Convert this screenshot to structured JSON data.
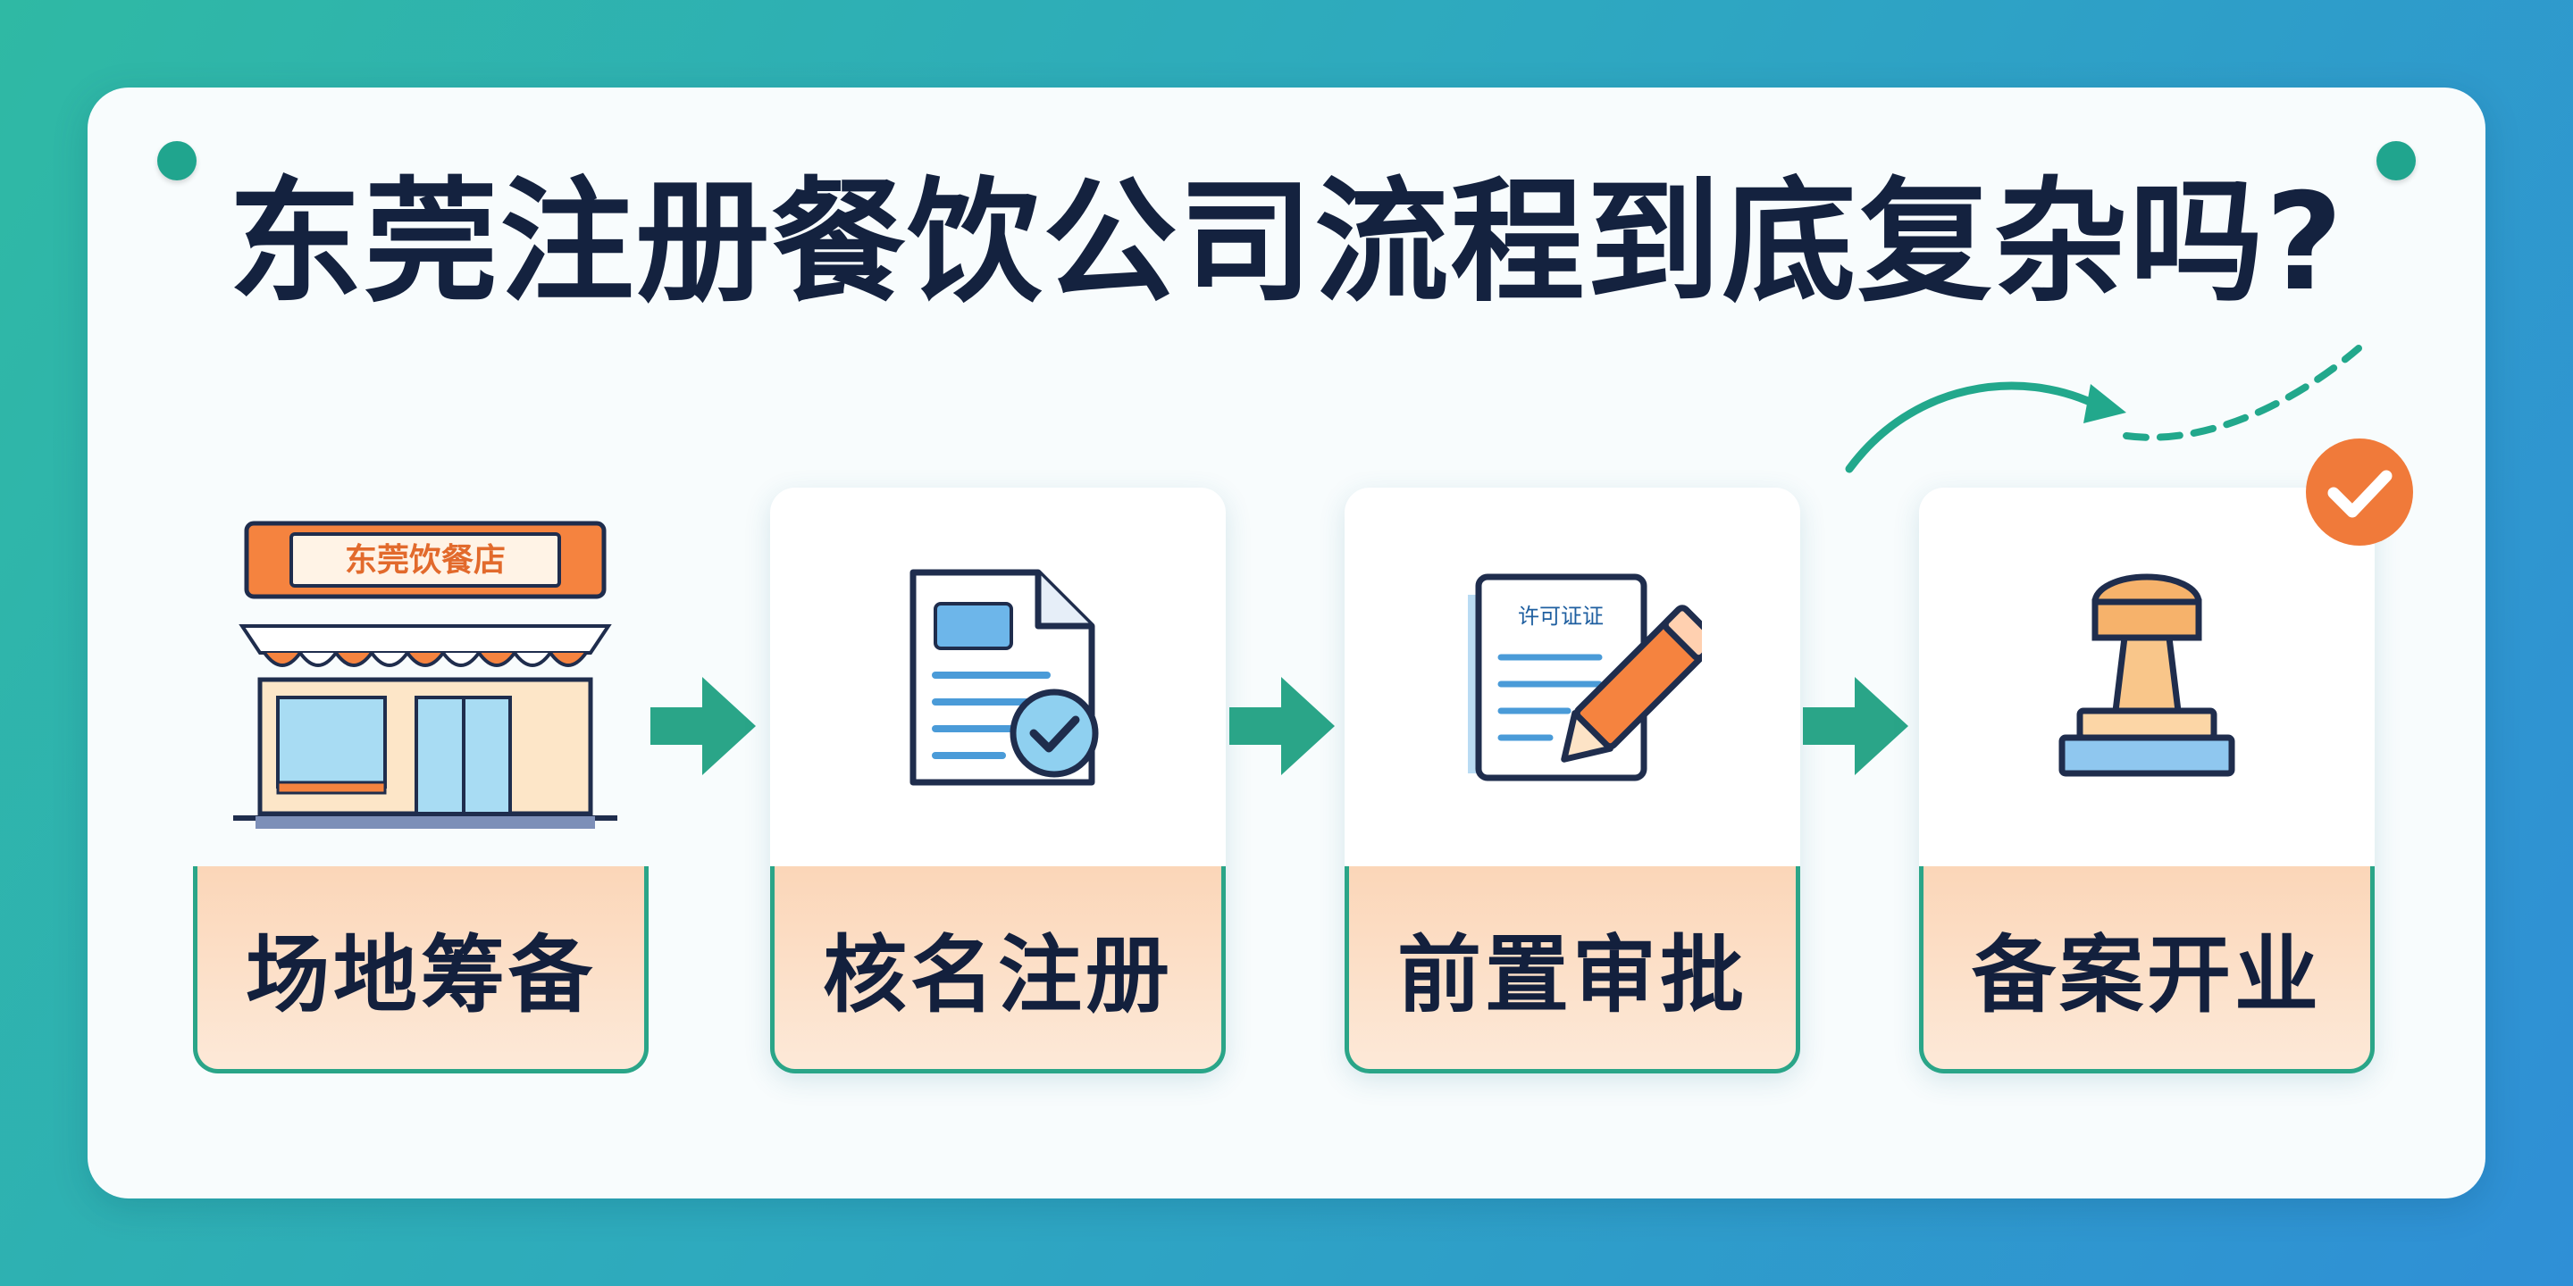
{
  "title": "东莞注册餐饮公司流程到底复杂吗?",
  "steps": [
    {
      "label": "场地筹备",
      "icon": "storefront-icon"
    },
    {
      "label": "核名注册",
      "icon": "document-check-icon"
    },
    {
      "label": "前置审批",
      "icon": "license-pen-icon"
    },
    {
      "label": "备案开业",
      "icon": "stamp-icon"
    }
  ],
  "storefront_sign": "东莞饮餐店",
  "license_text": "许可证证",
  "colors": {
    "accent_green": "#2aa588",
    "accent_orange": "#f07a3a",
    "label_fill": "#fbd6b8",
    "title_color": "#14223f"
  }
}
